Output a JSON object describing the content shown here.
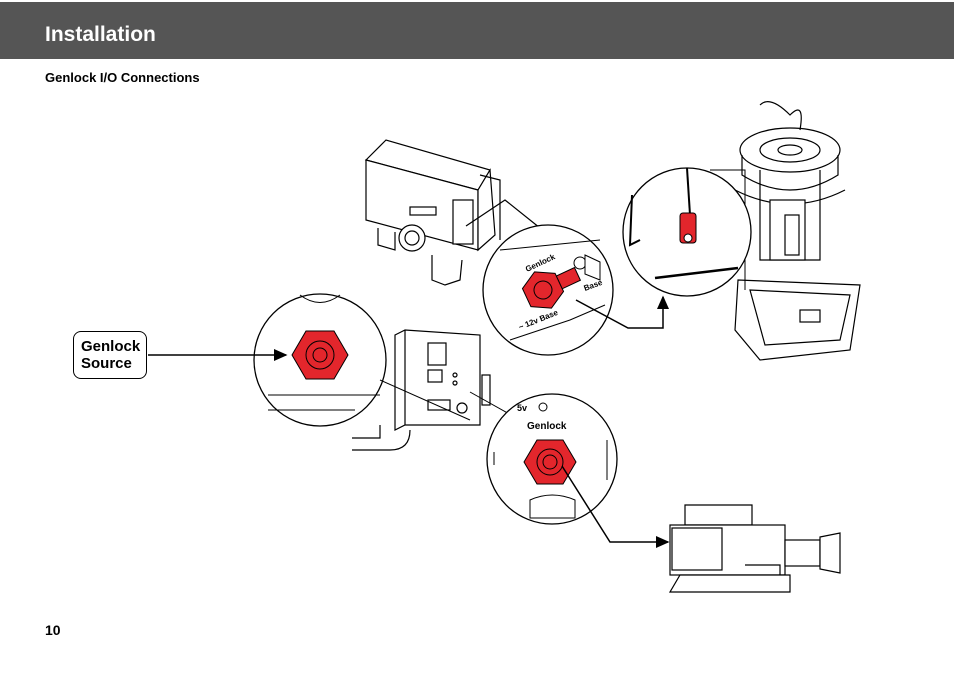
{
  "header": {
    "title": "Installation",
    "background": "#555555"
  },
  "section": {
    "title": "Genlock I/O Connections"
  },
  "callout": {
    "line1": "Genlock",
    "line2": "Source"
  },
  "panel_labels": {
    "genlock_top": "Genlock",
    "base_label": "Base",
    "power_label": "~ 12v Base",
    "genlock_mid": "Genlock",
    "volt_label": "5v"
  },
  "connector_color": "#e3262c",
  "page": {
    "number": "10"
  }
}
